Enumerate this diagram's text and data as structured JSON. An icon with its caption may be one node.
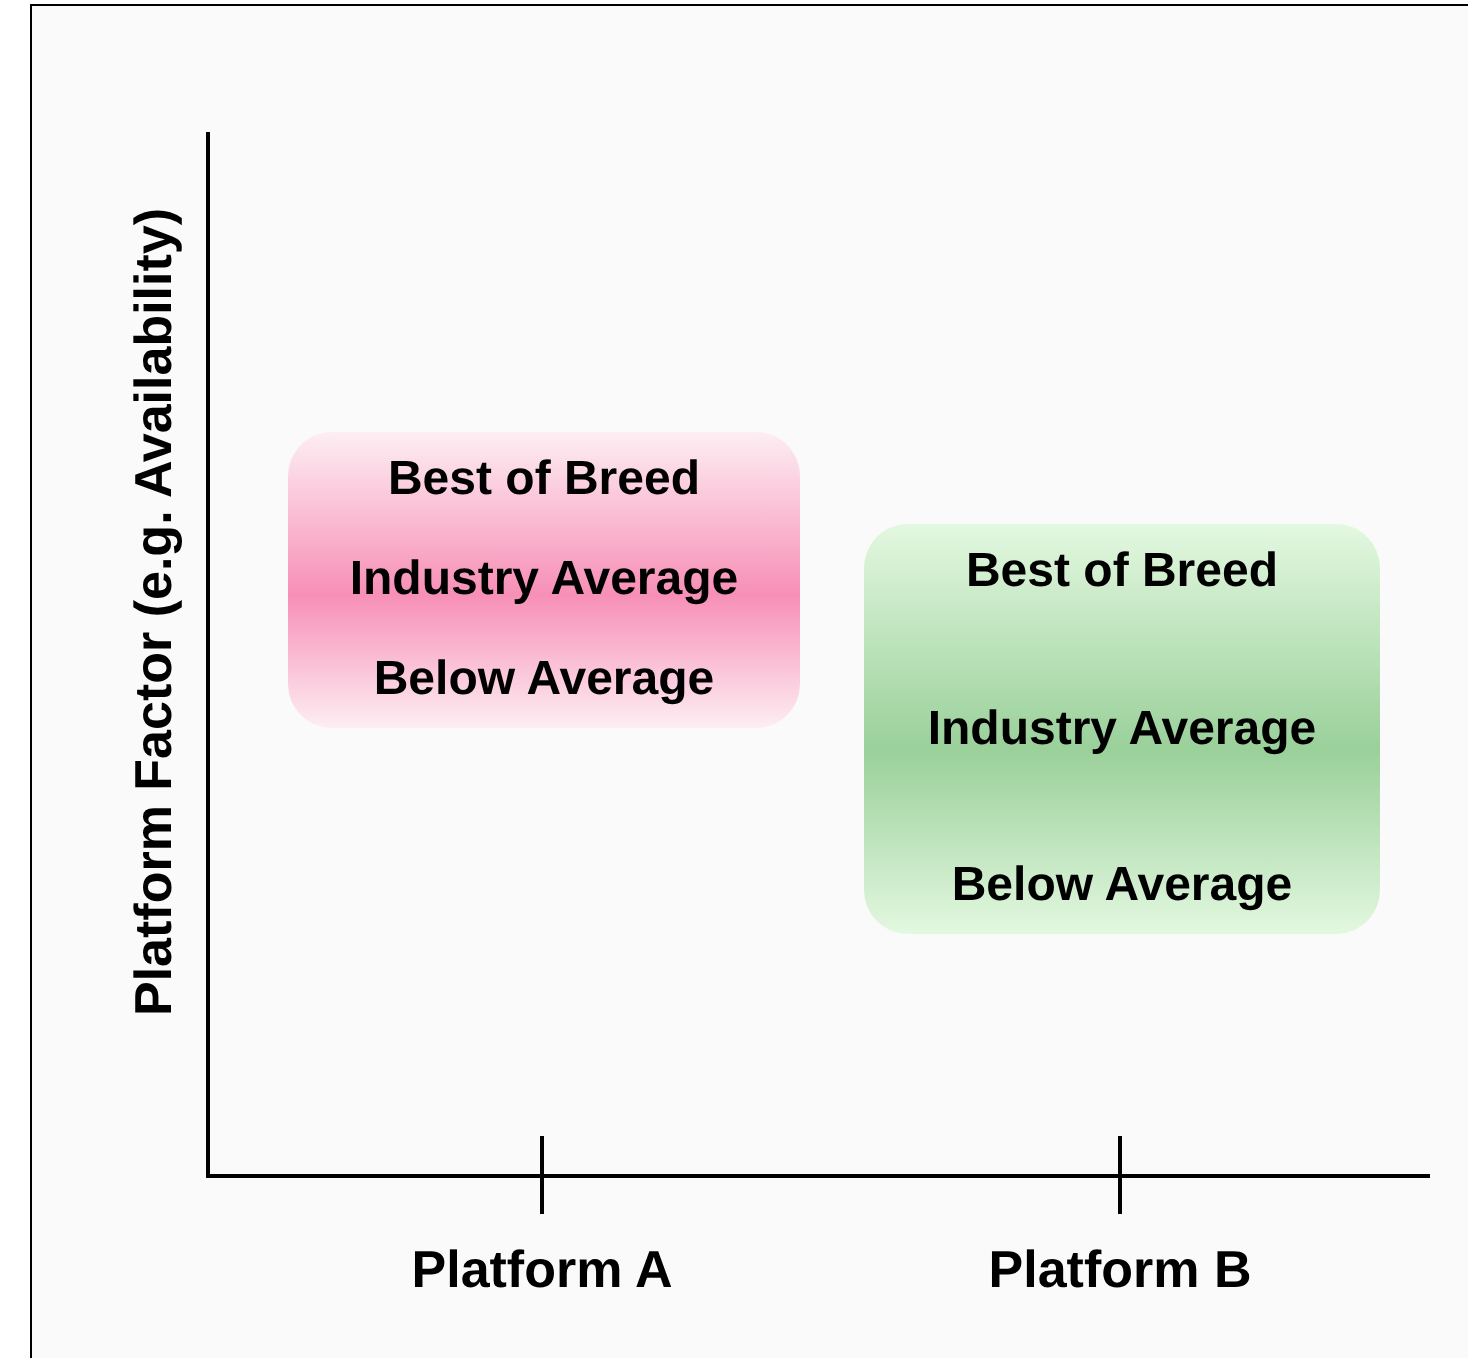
{
  "diagram": {
    "nodes": [
      {
        "text": [
          "Best of Breed",
          "Industry Average",
          "Below Average"
        ]
      },
      {
        "text": [
          "Best of Breed",
          "Industry Average",
          "Below Average"
        ]
      }
    ],
    "labels": [
      "Platform Factor (e.g. Availability)",
      "Platform A",
      "Platform B"
    ]
  }
}
